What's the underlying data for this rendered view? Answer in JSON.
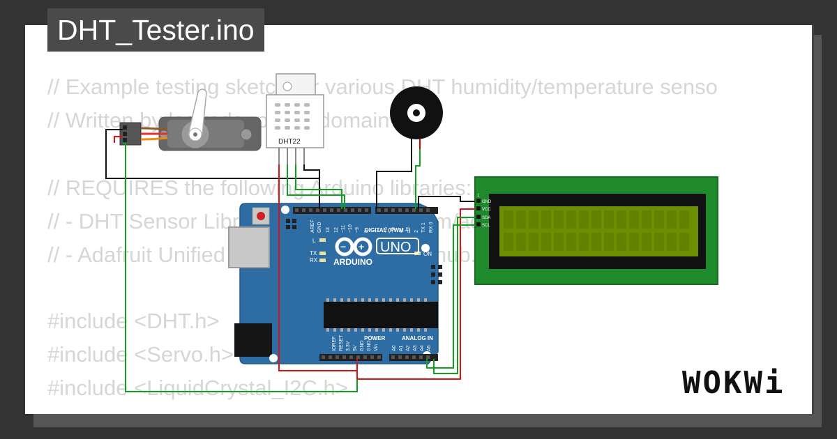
{
  "file_title": "DHT_Tester.ino",
  "code_lines": [
    "// Example testing sketch for various DHT humidity/temperature senso",
    "// Written by ladyada, public domain",
    "// REQUIRES the following Arduino libraries:",
    "// - DHT Sensor Library: https://github.com/adafruit/DHT-sensor-library",
    "// - Adafruit Unified Sensor Lib: https://github.com/adafruit/Adafruit_Se",
    "#include <DHT.h>",
    "#include <Servo.h>",
    "#include <LiquidCrystal_I2C.h>"
  ],
  "sensor_label": "DHT22",
  "lcd_pins": [
    "GND",
    "VCC",
    "SDA",
    "SCL"
  ],
  "lcd_pin_one": "1",
  "arduino": {
    "model": "UNO",
    "brand": "ARDUINO",
    "digital_label": "DIGITAL (PWM ~)",
    "power_label": "POWER",
    "analog_label": "ANALOG IN",
    "on_label": "ON",
    "led_l": "L",
    "led_tx": "TX",
    "led_rx": "RX",
    "digital_pins": [
      "AREF",
      "GND",
      "13",
      "12",
      "~11",
      "~10",
      "~9",
      "8",
      "7",
      "~6",
      "~5",
      "4",
      "~3",
      "2",
      "TX 1",
      "RX 0"
    ],
    "power_pins": [
      "IOREF",
      "RESET",
      "3.3V",
      "5V",
      "GND",
      "GND",
      "Vin"
    ],
    "analog_pins": [
      "A0",
      "A1",
      "A2",
      "A3",
      "A4",
      "A5"
    ]
  },
  "brand_name": "WOKWi",
  "colors": {
    "board": "#2e6da4",
    "lcd_pcb": "#1f8a2c",
    "lcd_screen": "#6b8f00",
    "wire_red": "#e01010",
    "wire_green": "#10a020",
    "wire_black": "#111111",
    "code_text": "#d6d6d6",
    "title_bg": "#4a4a4a"
  }
}
